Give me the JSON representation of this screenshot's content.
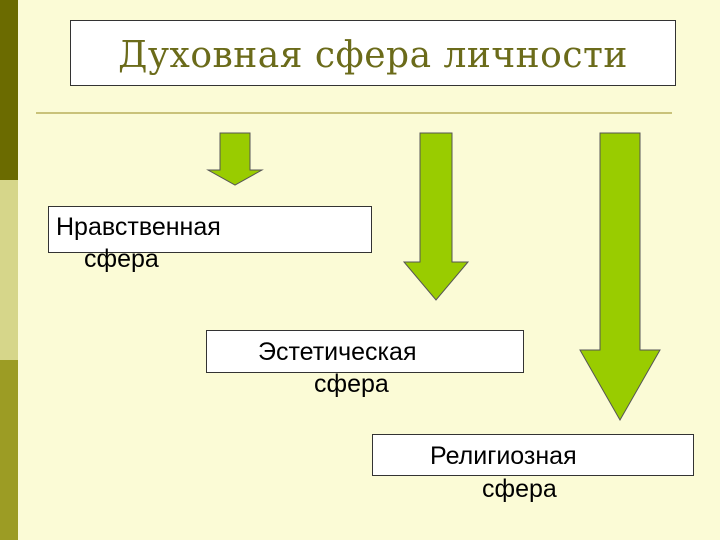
{
  "title": "Духовная сфера личности",
  "spheres": [
    {
      "line1": "Нравственная",
      "line2": "сфера"
    },
    {
      "line1": "Эстетическая",
      "line2": "сфера"
    },
    {
      "line1": "Религиозная",
      "line2": "сфера"
    }
  ],
  "colors": {
    "background": "#fbfbd6",
    "arrow_fill": "#99cc00",
    "title_text": "#6b6b1a",
    "sidebar_dark": "#6b6b00",
    "sidebar_light": "#d6d68a",
    "sidebar_mid": "#9c9c24"
  }
}
